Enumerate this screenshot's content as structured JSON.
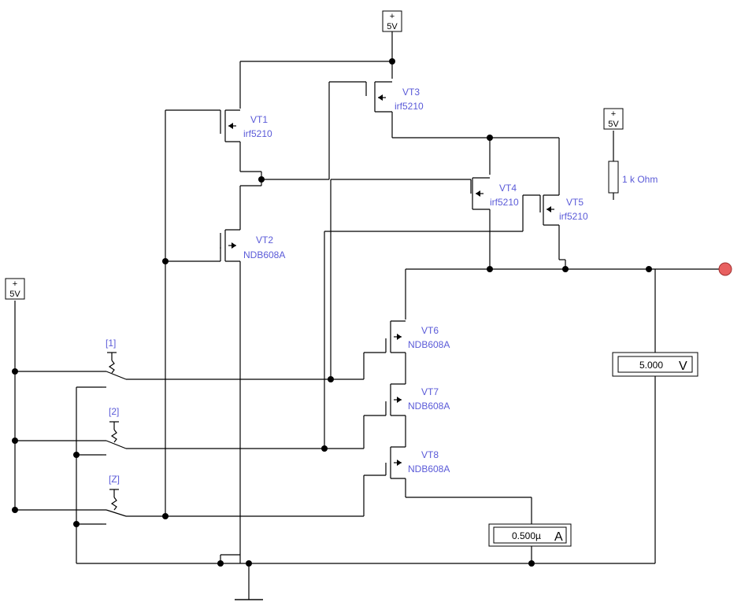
{
  "sources": {
    "v5": "5V",
    "plus": "+"
  },
  "transistors": {
    "vt1": {
      "name": "VT1",
      "model": "irf5210"
    },
    "vt2": {
      "name": "VT2",
      "model": "NDB608A"
    },
    "vt3": {
      "name": "VT3",
      "model": "irf5210"
    },
    "vt4": {
      "name": "VT4",
      "model": "irf5210"
    },
    "vt5": {
      "name": "VT5",
      "model": "irf5210"
    },
    "vt6": {
      "name": "VT6",
      "model": "NDB608A"
    },
    "vt7": {
      "name": "VT7",
      "model": "NDB608A"
    },
    "vt8": {
      "name": "VT8",
      "model": "NDB608A"
    }
  },
  "resistor": {
    "label": "1 k Ohm"
  },
  "switches": {
    "s1": "[1]",
    "s2": "[2]",
    "sz": "[Z]"
  },
  "voltmeter": {
    "value": "5.000",
    "unit": "V"
  },
  "ammeter": {
    "value": "0.500µ",
    "unit": "A"
  },
  "colors": {
    "wire": "#000000",
    "label": "#5a5ad8",
    "probe": "#e86060"
  }
}
